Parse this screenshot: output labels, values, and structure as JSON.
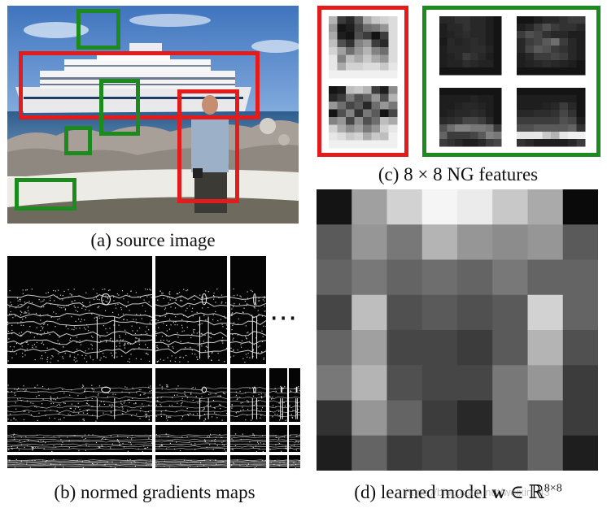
{
  "captions": {
    "a": "(a) source image",
    "b": "(b) normed gradients maps",
    "c": "(c) 8 × 8 NG features",
    "d_prefix": "(d) learned model ",
    "d_bold": "w",
    "d_in": " ∈ ",
    "d_space": "ℝ",
    "d_sup": "8×8"
  },
  "ellipsis": "⋯",
  "watermark": "https://blog.csdn.net/weixin_43",
  "colors": {
    "positive_box": "#e31b1b",
    "negative_box": "#1d8a1d",
    "sky": "#4a7fc4",
    "sea": "#2f5f8c"
  },
  "learned_model_grid": [
    [
      20,
      160,
      210,
      245,
      235,
      200,
      170,
      10
    ],
    [
      90,
      150,
      120,
      180,
      150,
      140,
      150,
      90
    ],
    [
      100,
      120,
      100,
      110,
      100,
      120,
      100,
      100
    ],
    [
      70,
      190,
      80,
      90,
      80,
      90,
      210,
      100
    ],
    [
      100,
      160,
      70,
      70,
      60,
      90,
      180,
      80
    ],
    [
      120,
      180,
      80,
      70,
      70,
      120,
      150,
      60
    ],
    [
      50,
      150,
      100,
      60,
      40,
      120,
      100,
      60
    ],
    [
      30,
      100,
      60,
      70,
      60,
      70,
      100,
      30
    ]
  ],
  "ng_features": {
    "red_top": [
      [
        180,
        60,
        40,
        90,
        170,
        200,
        210,
        220
      ],
      [
        150,
        20,
        30,
        70,
        110,
        120,
        150,
        220
      ],
      [
        170,
        30,
        20,
        80,
        60,
        20,
        60,
        220
      ],
      [
        190,
        80,
        50,
        130,
        150,
        60,
        40,
        220
      ],
      [
        210,
        160,
        110,
        150,
        180,
        130,
        110,
        220
      ],
      [
        230,
        130,
        190,
        170,
        200,
        170,
        150,
        220
      ],
      [
        230,
        170,
        210,
        210,
        220,
        220,
        200,
        230
      ],
      [
        240,
        240,
        240,
        240,
        240,
        240,
        240,
        240
      ]
    ],
    "red_bottom": [
      [
        20,
        30,
        190,
        200,
        180,
        60,
        30,
        140
      ],
      [
        40,
        60,
        120,
        80,
        100,
        150,
        80,
        180
      ],
      [
        150,
        110,
        70,
        90,
        40,
        110,
        150,
        120
      ],
      [
        20,
        80,
        130,
        50,
        120,
        90,
        20,
        70
      ],
      [
        130,
        150,
        70,
        140,
        80,
        110,
        190,
        170
      ],
      [
        210,
        170,
        140,
        160,
        120,
        150,
        210,
        230
      ],
      [
        230,
        220,
        200,
        210,
        170,
        200,
        190,
        240
      ],
      [
        240,
        240,
        240,
        240,
        240,
        240,
        240,
        240
      ]
    ],
    "green_a": [
      [
        40,
        40,
        50,
        50,
        40,
        40,
        30,
        20
      ],
      [
        30,
        40,
        40,
        50,
        40,
        40,
        30,
        20
      ],
      [
        30,
        35,
        40,
        45,
        40,
        40,
        30,
        20
      ],
      [
        25,
        40,
        35,
        40,
        45,
        40,
        30,
        20
      ],
      [
        30,
        40,
        40,
        40,
        45,
        45,
        35,
        20
      ],
      [
        30,
        35,
        40,
        60,
        50,
        40,
        30,
        20
      ],
      [
        30,
        35,
        35,
        45,
        40,
        35,
        35,
        20
      ],
      [
        20,
        20,
        20,
        20,
        20,
        20,
        20,
        20
      ]
    ],
    "green_b": [
      [
        20,
        20,
        30,
        40,
        40,
        50,
        60,
        60
      ],
      [
        30,
        40,
        60,
        80,
        60,
        50,
        50,
        40
      ],
      [
        60,
        80,
        70,
        50,
        40,
        40,
        30,
        30
      ],
      [
        40,
        60,
        70,
        90,
        110,
        60,
        40,
        30
      ],
      [
        40,
        70,
        90,
        80,
        60,
        50,
        40,
        30
      ],
      [
        30,
        40,
        60,
        60,
        70,
        60,
        40,
        30
      ],
      [
        30,
        35,
        40,
        45,
        40,
        35,
        30,
        20
      ],
      [
        20,
        20,
        20,
        20,
        20,
        20,
        20,
        20
      ]
    ],
    "green_c": [
      [
        20,
        20,
        20,
        20,
        20,
        20,
        20,
        20
      ],
      [
        30,
        30,
        30,
        30,
        35,
        30,
        30,
        20
      ],
      [
        30,
        30,
        35,
        40,
        40,
        35,
        30,
        20
      ],
      [
        30,
        35,
        40,
        40,
        45,
        40,
        30,
        20
      ],
      [
        40,
        45,
        50,
        70,
        70,
        60,
        40,
        20
      ],
      [
        80,
        110,
        130,
        130,
        120,
        120,
        110,
        60
      ],
      [
        100,
        60,
        60,
        60,
        70,
        90,
        130,
        120
      ],
      [
        60,
        50,
        40,
        30,
        30,
        40,
        60,
        70
      ]
    ],
    "green_d": [
      [
        20,
        20,
        20,
        20,
        20,
        20,
        20,
        20
      ],
      [
        30,
        30,
        30,
        30,
        30,
        30,
        30,
        20
      ],
      [
        30,
        30,
        30,
        35,
        40,
        60,
        40,
        20
      ],
      [
        40,
        40,
        45,
        45,
        50,
        70,
        50,
        20
      ],
      [
        60,
        60,
        60,
        60,
        60,
        80,
        70,
        30
      ],
      [
        80,
        80,
        90,
        90,
        90,
        90,
        100,
        50
      ],
      [
        230,
        230,
        230,
        200,
        180,
        230,
        240,
        240
      ],
      [
        50,
        40,
        30,
        30,
        30,
        30,
        40,
        60
      ]
    ]
  }
}
